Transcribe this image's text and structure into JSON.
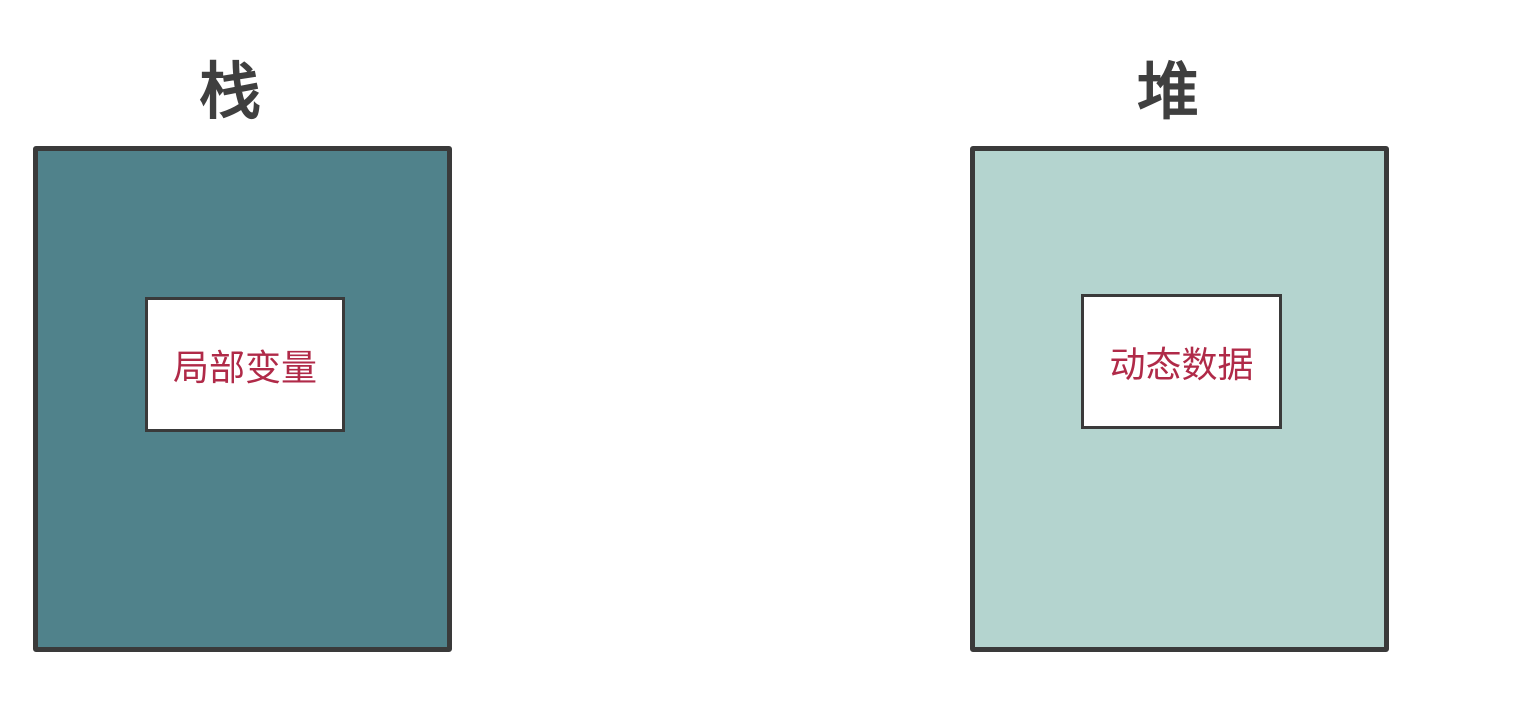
{
  "stack": {
    "title": "栈",
    "item_label": "局部变量",
    "fill_color": "#50828b"
  },
  "heap": {
    "title": "堆",
    "item_label": "动态数据",
    "fill_color": "#b4d4cf"
  },
  "colors": {
    "border": "#3a3a3a",
    "title_text": "#3f3f3f",
    "item_text": "#b02a48",
    "item_bg": "#ffffff"
  }
}
